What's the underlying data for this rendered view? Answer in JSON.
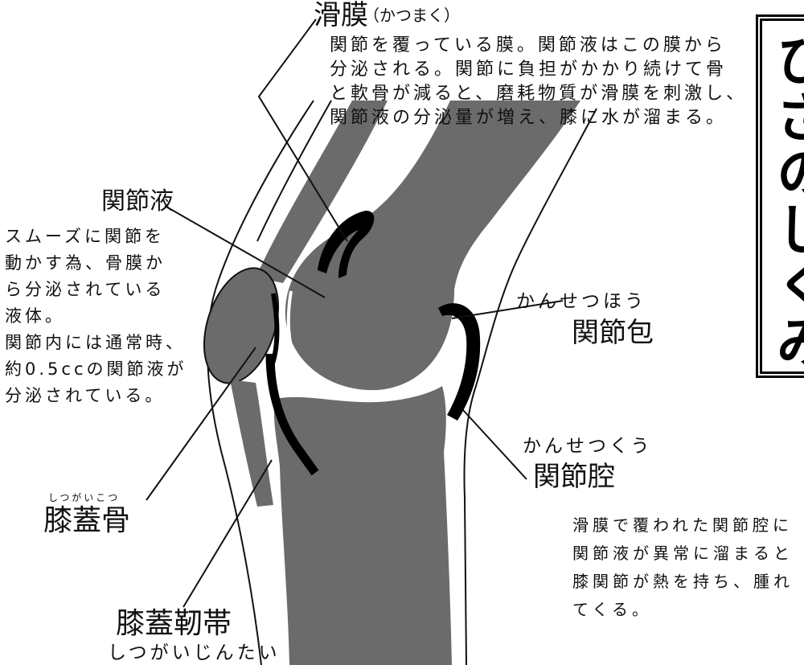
{
  "diagram": {
    "synovium": {
      "name": "滑膜",
      "reading": "（かつまく）",
      "description": [
        "関節を覆っている膜。関節液はこの膜から",
        "分泌される。関節に負担がかかり続けて骨",
        "と軟骨が減ると、磨耗物質が滑膜を刺激し、",
        "関節液の分泌量が増え、膝に水が溜まる。"
      ]
    },
    "synovial_fluid": {
      "name": "関節液",
      "description": [
        "スムーズに関節を",
        "動かす為、骨膜か",
        "ら分泌されている",
        "液体。",
        "関節内には通常時、",
        "約0.5ccの関節液が",
        "分泌されている。"
      ]
    },
    "joint_capsule": {
      "reading": "かんせつほう",
      "name": "関節包"
    },
    "joint_cavity": {
      "reading": "かんせつくう",
      "name": "関節腔",
      "description": [
        "滑膜で覆われた関節腔に",
        "関節液が異常に溜まると",
        "膝関節が熱を持ち、腫れ",
        "てくる。"
      ]
    },
    "patella": {
      "reading": "しつがいこつ",
      "name": "膝蓋骨"
    },
    "patellar_ligament": {
      "name": "膝蓋靭帯",
      "reading": "しつがいじんたい"
    }
  },
  "title_box": {
    "text": "ひざのしくみ"
  },
  "colors": {
    "bone": "#6b6b6b",
    "membrane": "#000000",
    "line": "#111111",
    "background": "#ffffff"
  }
}
